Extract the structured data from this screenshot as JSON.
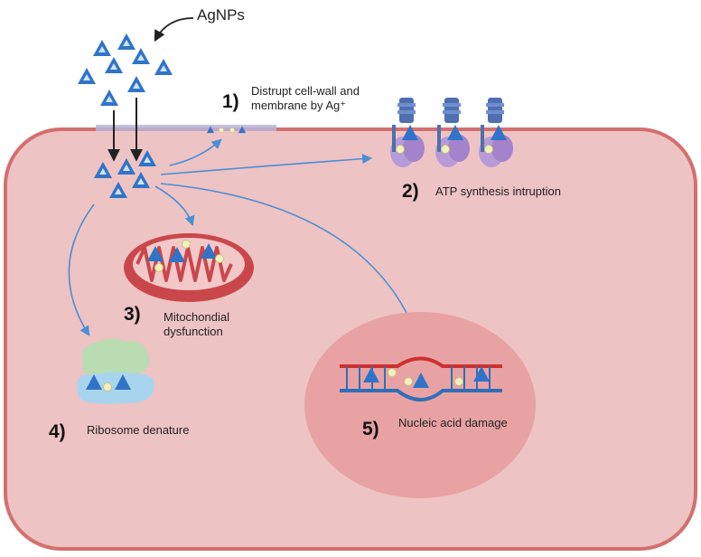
{
  "title": "AgNPs",
  "steps": [
    {
      "number": "1)",
      "line1": "Distrupt cell-wall and",
      "line2": "membrane by Ag⁺"
    },
    {
      "number": "2)",
      "line1": "ATP synthesis intruption"
    },
    {
      "number": "3)",
      "line1": "Mitochondial",
      "line2": "dysfunction"
    },
    {
      "number": "4)",
      "line1": "Ribosome denature"
    },
    {
      "number": "5)",
      "line1": "Nucleic acid damage"
    }
  ],
  "colors": {
    "cell_fill": "#eec3c3",
    "cell_border": "#d46f6f",
    "particle": "#2f74c8",
    "arrow": "#4a8fd6",
    "nucleus": "#e8a2a4",
    "atp_synthase": "#4e6fb0",
    "dna_red": "#cf2f2f",
    "dna_blue": "#2f6fb8",
    "mito": "#c9474b"
  }
}
